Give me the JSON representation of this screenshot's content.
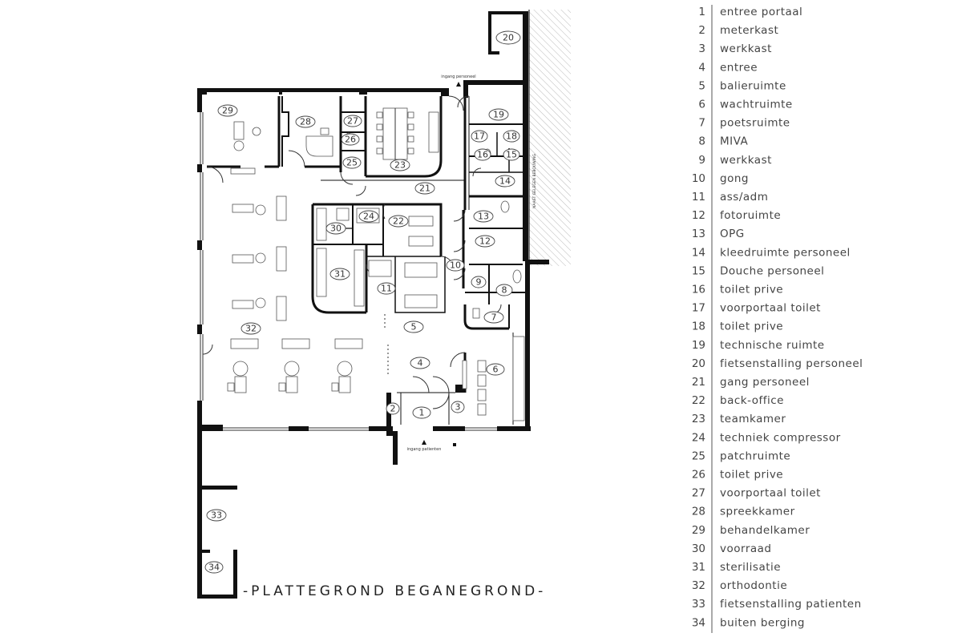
{
  "title": "-PLATTEGROND BEGANEGROND-",
  "entrance_staff": "ingang personeel",
  "entrance_patients": "ingang patienten",
  "road_note": "NAAST GELEGEN BEBOUWING",
  "legend": [
    {
      "num": "1",
      "label": "entree portaal"
    },
    {
      "num": "2",
      "label": "meterkast"
    },
    {
      "num": "3",
      "label": "werkkast"
    },
    {
      "num": "4",
      "label": "entree"
    },
    {
      "num": "5",
      "label": "balieruimte"
    },
    {
      "num": "6",
      "label": "wachtruimte"
    },
    {
      "num": "7",
      "label": "poetsruimte"
    },
    {
      "num": "8",
      "label": "MIVA"
    },
    {
      "num": "9",
      "label": "werkkast"
    },
    {
      "num": "10",
      "label": "gong"
    },
    {
      "num": "11",
      "label": "ass/adm"
    },
    {
      "num": "12",
      "label": "fotoruimte"
    },
    {
      "num": "13",
      "label": "OPG"
    },
    {
      "num": "14",
      "label": "kleedruimte personeel"
    },
    {
      "num": "15",
      "label": "Douche personeel"
    },
    {
      "num": "16",
      "label": "toilet prive"
    },
    {
      "num": "17",
      "label": "voorportaal toilet"
    },
    {
      "num": "18",
      "label": "toilet prive"
    },
    {
      "num": "19",
      "label": "technische ruimte"
    },
    {
      "num": "20",
      "label": "fietsenstalling personeel"
    },
    {
      "num": "21",
      "label": "gang personeel"
    },
    {
      "num": "22",
      "label": "back-office"
    },
    {
      "num": "23",
      "label": "teamkamer"
    },
    {
      "num": "24",
      "label": "techniek compressor"
    },
    {
      "num": "25",
      "label": "patchruimte"
    },
    {
      "num": "26",
      "label": "toilet prive"
    },
    {
      "num": "27",
      "label": "voorportaal toilet"
    },
    {
      "num": "28",
      "label": "spreekkamer"
    },
    {
      "num": "29",
      "label": "behandelkamer"
    },
    {
      "num": "30",
      "label": "voorraad"
    },
    {
      "num": "31",
      "label": "sterilisatie"
    },
    {
      "num": "32",
      "label": "orthodontie"
    },
    {
      "num": "33",
      "label": "fietsenstalling patienten"
    },
    {
      "num": "34",
      "label": "buiten berging"
    }
  ]
}
